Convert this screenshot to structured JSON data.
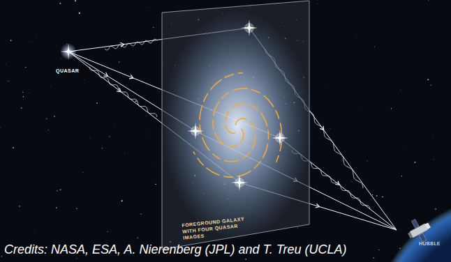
{
  "diagram": {
    "caption": "Credits: NASA, ESA, A. Nierenberg (JPL) and T. Treu (UCLA)",
    "nodes": [
      {
        "text": [
          "QUASAR"
        ]
      },
      {
        "text": [
          "FOREGROUND GALAXY WITH FOUR QUASAR IMAGES"
        ]
      },
      {
        "text": [
          "HUBBLE"
        ]
      }
    ],
    "edges": [
      {
        "from": 0,
        "to": 1,
        "arrow": "to"
      },
      {
        "from": 1,
        "to": 2,
        "arrow": "to"
      }
    ]
  }
}
